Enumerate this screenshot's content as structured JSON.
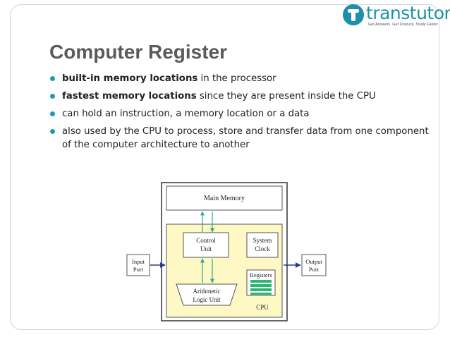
{
  "logo": {
    "name": "transtutors",
    "tagline": "Get Answers. Get Unstuck. Study Faster"
  },
  "slide": {
    "title": "Computer Register",
    "bullets": [
      {
        "bold": "built-in memory locations",
        "text": " in the processor"
      },
      {
        "bold": "fastest memory locations",
        "text": " since they are present inside the CPU"
      },
      {
        "bold": "",
        "text": "can hold an instruction, a memory location or a data"
      },
      {
        "bold": "",
        "text": "also  used by the CPU to process, store and transfer data from one component of the computer architecture to another"
      }
    ]
  },
  "diagram": {
    "main_memory": "Main Memory",
    "control_unit_1": "Control",
    "control_unit_2": "Unit",
    "system_clock_1": "System",
    "system_clock_2": "Clock",
    "registers": "Registers",
    "alu_1": "Arithmetic",
    "alu_2": "Logic Unit",
    "cpu": "CPU",
    "input_port_1": "Input",
    "input_port_2": "Port",
    "output_port_1": "Output",
    "output_port_2": "Port"
  },
  "colors": {
    "accent": "#1e9ab8",
    "cpu_fill": "#fdf8c4",
    "arrow": "#2aa89a",
    "register_bar": "#2bb673",
    "io_arrow": "#2b3a8f"
  }
}
